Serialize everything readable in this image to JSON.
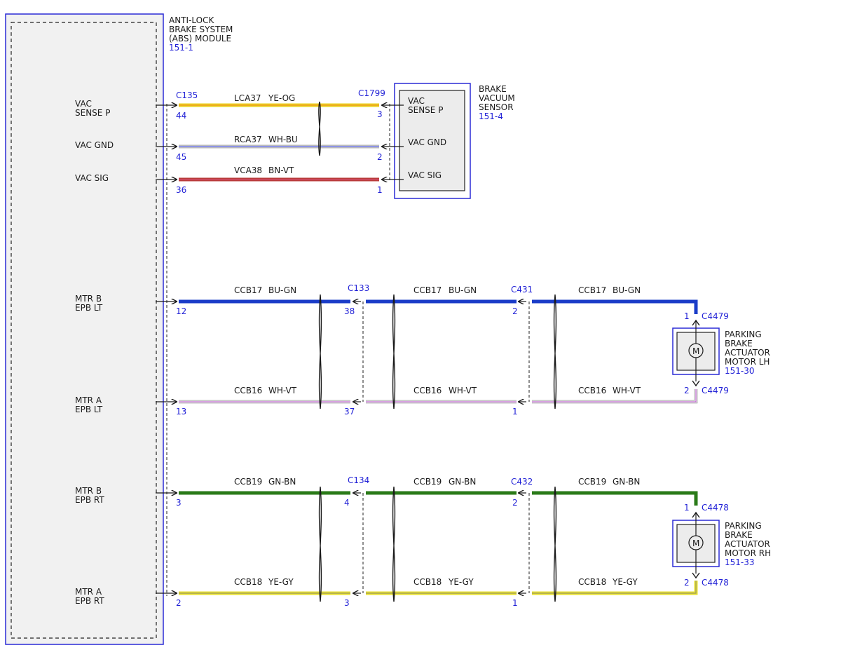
{
  "abs_module": {
    "title_lines": [
      "ANTI-LOCK",
      "BRAKE SYSTEM",
      "(ABS) MODULE"
    ],
    "ref": "151-1",
    "pins": [
      {
        "lines": [
          "VAC",
          "SENSE P"
        ]
      },
      {
        "lines": [
          "VAC GND"
        ]
      },
      {
        "lines": [
          "VAC SIG"
        ]
      },
      {
        "lines": [
          "MTR B",
          "EPB LT"
        ]
      },
      {
        "lines": [
          "MTR A",
          "EPB LT"
        ]
      },
      {
        "lines": [
          "MTR B",
          "EPB RT"
        ]
      },
      {
        "lines": [
          "MTR A",
          "EPB RT"
        ]
      }
    ]
  },
  "vacuum_sensor": {
    "title_lines": [
      "BRAKE",
      "VACUUM",
      "SENSOR"
    ],
    "ref": "151-4",
    "pins": [
      {
        "lines": [
          "VAC",
          "SENSE P"
        ]
      },
      {
        "lines": [
          "VAC GND"
        ]
      },
      {
        "lines": [
          "VAC SIG"
        ]
      }
    ]
  },
  "motor_lh": {
    "title_lines": [
      "PARKING",
      "BRAKE",
      "ACTUATOR",
      "MOTOR LH"
    ],
    "ref": "151-30",
    "symbol": "M",
    "connector": "C4479",
    "pins": [
      "1",
      "2"
    ]
  },
  "motor_rh": {
    "title_lines": [
      "PARKING",
      "BRAKE",
      "ACTUATOR",
      "MOTOR RH"
    ],
    "ref": "151-33",
    "symbol": "M",
    "connector": "C4478",
    "pins": [
      "1",
      "2"
    ]
  },
  "connectors": {
    "abs": "C135",
    "sensor": "C1799",
    "lt_inline1": "C133",
    "lt_inline2": "C431",
    "rt_inline1": "C134",
    "rt_inline2": "C432"
  },
  "vac_circuits": [
    {
      "circuit": "LCA37",
      "color": "YE-OG",
      "pin_abs": "44",
      "pin_sensor": "3",
      "wire_hex": "#e8d21e",
      "stripe_hex": "#f0a020"
    },
    {
      "circuit": "RCA37",
      "color": "WH-BU",
      "pin_abs": "45",
      "pin_sensor": "2",
      "wire_hex": "#ffffff",
      "stripe_hex": "#4a55d8"
    },
    {
      "circuit": "VCA38",
      "color": "BN-VT",
      "pin_abs": "36",
      "pin_sensor": "1",
      "wire_hex": "#b83a3a",
      "stripe_hex": "#d04a66"
    }
  ],
  "motor_circuits": [
    {
      "circuit": "CCB17",
      "color": "BU-GN",
      "pins": [
        "12",
        "38",
        "2",
        "1"
      ],
      "wire_hex": "#1a3cc8",
      "stripe_hex": "#1a3cc8"
    },
    {
      "circuit": "CCB16",
      "color": "WH-VT",
      "pins": [
        "13",
        "37",
        "1",
        "2"
      ],
      "wire_hex": "#ffffff",
      "stripe_hex": "#c06ad0"
    },
    {
      "circuit": "CCB19",
      "color": "GN-BN",
      "pins": [
        "3",
        "4",
        "2",
        "1"
      ],
      "wire_hex": "#2a7a18",
      "stripe_hex": "#2a7a18"
    },
    {
      "circuit": "CCB18",
      "color": "YE-GY",
      "pins": [
        "2",
        "3",
        "1",
        "2"
      ],
      "wire_hex": "#e8e030",
      "stripe_hex": "#9a9a60"
    }
  ]
}
